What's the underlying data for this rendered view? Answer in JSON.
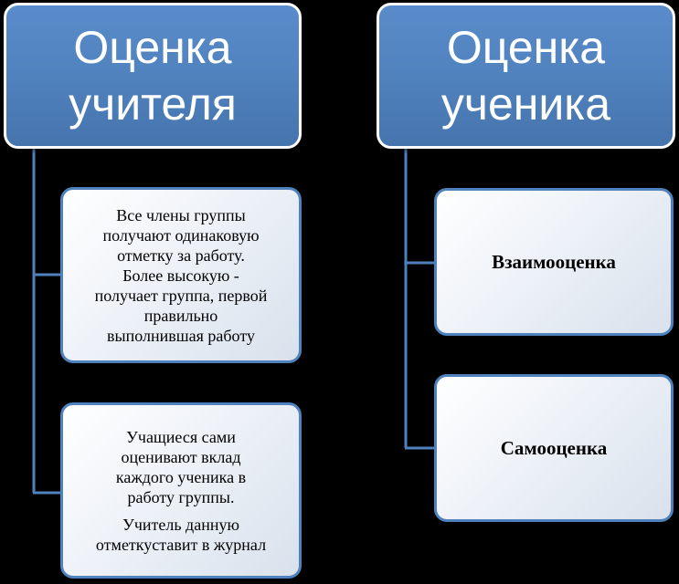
{
  "colors": {
    "background": "#000000",
    "header_fill": "#4f81bd",
    "header_text": "#ffffff",
    "connector": "#4f81bd",
    "child_border": "#4f81bd"
  },
  "teacher": {
    "title_lines": [
      "Оценка",
      "учителя"
    ],
    "cards": [
      {
        "paragraphs": [
          [
            "Все члены группы",
            "получают одинаковую",
            "отметку за работу.",
            "Более высокую -",
            "получает группа, первой",
            "правильно",
            "выполнившая работу"
          ]
        ]
      },
      {
        "paragraphs": [
          [
            "Учащиеся сами",
            "оценивают вклад",
            "каждого ученика в",
            "работу группы."
          ],
          [
            "Учитель данную",
            "отметкуставит в журнал"
          ]
        ]
      }
    ]
  },
  "student": {
    "title_lines": [
      "Оценка",
      "ученика"
    ],
    "cards": [
      {
        "label": "Взаимооценка"
      },
      {
        "label": "Самооценка"
      }
    ]
  }
}
